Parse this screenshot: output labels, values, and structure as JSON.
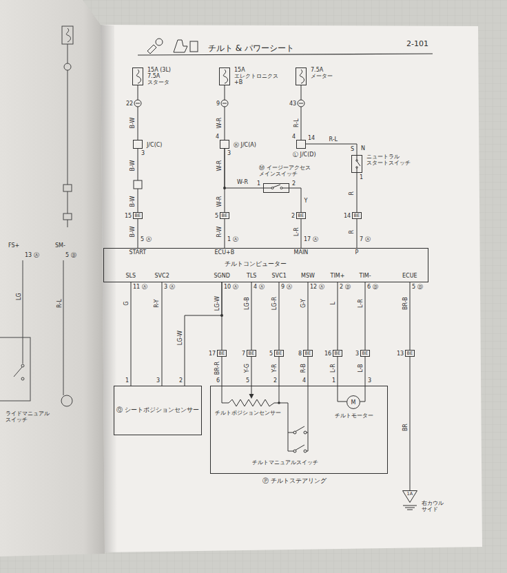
{
  "diagram": {
    "title": "チルト & パワーシート",
    "nodes": [
      {
        "text": [
          "15A (3L) 7.5A スタータ"
        ]
      },
      {
        "text": [
          "15A エレクトロニクス +B"
        ]
      },
      {
        "text": [
          "7.5A メーター"
        ]
      },
      {
        "text": [
          "J/C(C)"
        ]
      },
      {
        "text": [
          "Ⓚ J/C(A)"
        ]
      },
      {
        "text": [
          "Ⓛ J/C(D)"
        ]
      },
      {
        "text": [
          "ニュートラル スタートスイッチ"
        ]
      },
      {
        "text": [
          "Ⓜ イージーアクセス メインスイッチ"
        ]
      },
      {
        "text": [
          "15",
          "BE"
        ]
      },
      {
        "text": [
          "5",
          "BE"
        ]
      },
      {
        "text": [
          "2",
          "BE"
        ]
      },
      {
        "text": [
          "14",
          "BE"
        ]
      },
      {
        "text": [
          "チルトコンピューター"
        ]
      },
      {
        "text": [
          "17",
          "BE"
        ]
      },
      {
        "text": [
          "7",
          "BE"
        ]
      },
      {
        "text": [
          "5",
          "BE"
        ]
      },
      {
        "text": [
          "8",
          "BE"
        ]
      },
      {
        "text": [
          "16",
          "BE"
        ]
      },
      {
        "text": [
          "3",
          "BE"
        ]
      },
      {
        "text": [
          "13",
          "BE"
        ]
      },
      {
        "text": [
          "Ⓠ シートポジションセンサー"
        ]
      },
      {
        "text": [
          "Ⓟ チルトステアリング"
        ]
      },
      {
        "text": [
          "M"
        ],
        "in": 21
      },
      {
        "text": [
          "1A"
        ]
      }
    ],
    "edges": [
      {
        "from": 0,
        "to": 3,
        "arrow": "none",
        "label": "B-W"
      },
      {
        "from": 3,
        "to": 8,
        "arrow": "none",
        "label": "B-W"
      },
      {
        "from": 8,
        "to": 12,
        "arrow": "none",
        "label": "B-W"
      },
      {
        "from": 1,
        "to": 4,
        "arrow": "none",
        "label": "W-R"
      },
      {
        "from": 4,
        "to": 9,
        "arrow": "none",
        "label": "W-R"
      },
      {
        "from": 4,
        "to": 7,
        "arrow": "none",
        "label": "W-R"
      },
      {
        "from": 9,
        "to": 12,
        "arrow": "none",
        "label": "R-W"
      },
      {
        "from": 7,
        "to": 10,
        "arrow": "none",
        "label": "Y"
      },
      {
        "from": 10,
        "to": 12,
        "arrow": "none",
        "label": "L-R"
      },
      {
        "from": 2,
        "to": 5,
        "arrow": "none",
        "label": "R-L"
      },
      {
        "from": 5,
        "to": 6,
        "arrow": "none",
        "label": "R-L"
      },
      {
        "from": 6,
        "to": 11,
        "arrow": "none",
        "label": "R"
      },
      {
        "from": 11,
        "to": 12,
        "arrow": "none",
        "label": "R"
      },
      {
        "from": 12,
        "to": 20,
        "arrow": "none",
        "label": "G"
      },
      {
        "from": 12,
        "to": 20,
        "arrow": "none",
        "label": "R-Y"
      },
      {
        "from": 12,
        "to": 20,
        "arrow": "none",
        "label": "LG-W"
      },
      {
        "from": 12,
        "to": 13,
        "arrow": "none",
        "label": "LG-W"
      },
      {
        "from": 13,
        "to": 21,
        "arrow": "none",
        "label": "BR-R"
      },
      {
        "from": 12,
        "to": 14,
        "arrow": "none",
        "label": "LG-B"
      },
      {
        "from": 14,
        "to": 21,
        "arrow": "none",
        "label": "Y-G"
      },
      {
        "from": 12,
        "to": 15,
        "arrow": "none",
        "label": "LG-R"
      },
      {
        "from": 15,
        "to": 21,
        "arrow": "none",
        "label": "Y-R"
      },
      {
        "from": 12,
        "to": 16,
        "arrow": "none",
        "label": "G-Y"
      },
      {
        "from": 16,
        "to": 21,
        "arrow": "none",
        "label": "R-B"
      },
      {
        "from": 12,
        "to": 17,
        "arrow": "none",
        "label": "L"
      },
      {
        "from": 17,
        "to": 22,
        "arrow": "none",
        "label": "L-R"
      },
      {
        "from": 12,
        "to": 18,
        "arrow": "none",
        "label": "L-R"
      },
      {
        "from": 18,
        "to": 22,
        "arrow": "none",
        "label": "L-B"
      },
      {
        "from": 12,
        "to": 19,
        "arrow": "none",
        "label": "BR-B"
      },
      {
        "from": 19,
        "to": 23,
        "arrow": "none",
        "label": "BR"
      }
    ],
    "labels": [
      "2-101",
      "22",
      "9",
      "43",
      "3",
      "4",
      "3",
      "4",
      "14",
      "S",
      "N",
      "1",
      "1",
      "2",
      "B-W",
      "W-R",
      "5 Ⓐ",
      "START",
      "1 Ⓐ",
      "ECU+B",
      "17 Ⓐ",
      "MAIN",
      "7 Ⓐ",
      "P",
      "SLS",
      "SVC2",
      "SGND",
      "TLS",
      "SVC1",
      "MSW",
      "TIM+",
      "TIM-",
      "ECUE",
      "11 Ⓐ",
      "3 Ⓐ",
      "10 Ⓐ",
      "4 Ⓐ",
      "9 Ⓐ",
      "12 Ⓐ",
      "2 Ⓑ",
      "6 Ⓑ",
      "5 Ⓑ",
      "1",
      "3",
      "2",
      "6",
      "5",
      "2",
      "4",
      "1",
      "3",
      "チルトポジションセンサー",
      "チルトモーター",
      "チルトマニュアルスイッチ",
      "右カウル サイド",
      "FS+",
      "SM-",
      "13 Ⓐ",
      "5 Ⓑ",
      "LG",
      "R-L",
      "ライドマニュアル スイッチ"
    ]
  }
}
